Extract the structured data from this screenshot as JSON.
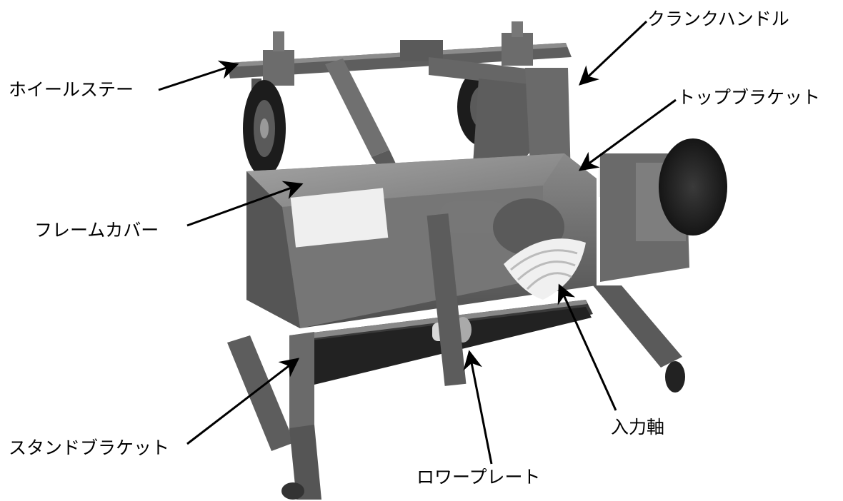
{
  "labels": {
    "wheel_stay": "ホイールステー",
    "crank_handle": "クランクハンドル",
    "top_bracket": "トップブラケット",
    "frame_cover": "フレームカバー",
    "input_shaft": "入力軸",
    "stand_bracket": "スタンドブラケット",
    "lower_plate": "ロワープレート"
  },
  "colors": {
    "background": "#ffffff",
    "text": "#000000",
    "body_dark": "#4a4a4a",
    "body_mid": "#6e6e6e",
    "body_light": "#9a9a9a",
    "tire": "#1e1e1e",
    "gear_cover": "#f2f2f2"
  }
}
